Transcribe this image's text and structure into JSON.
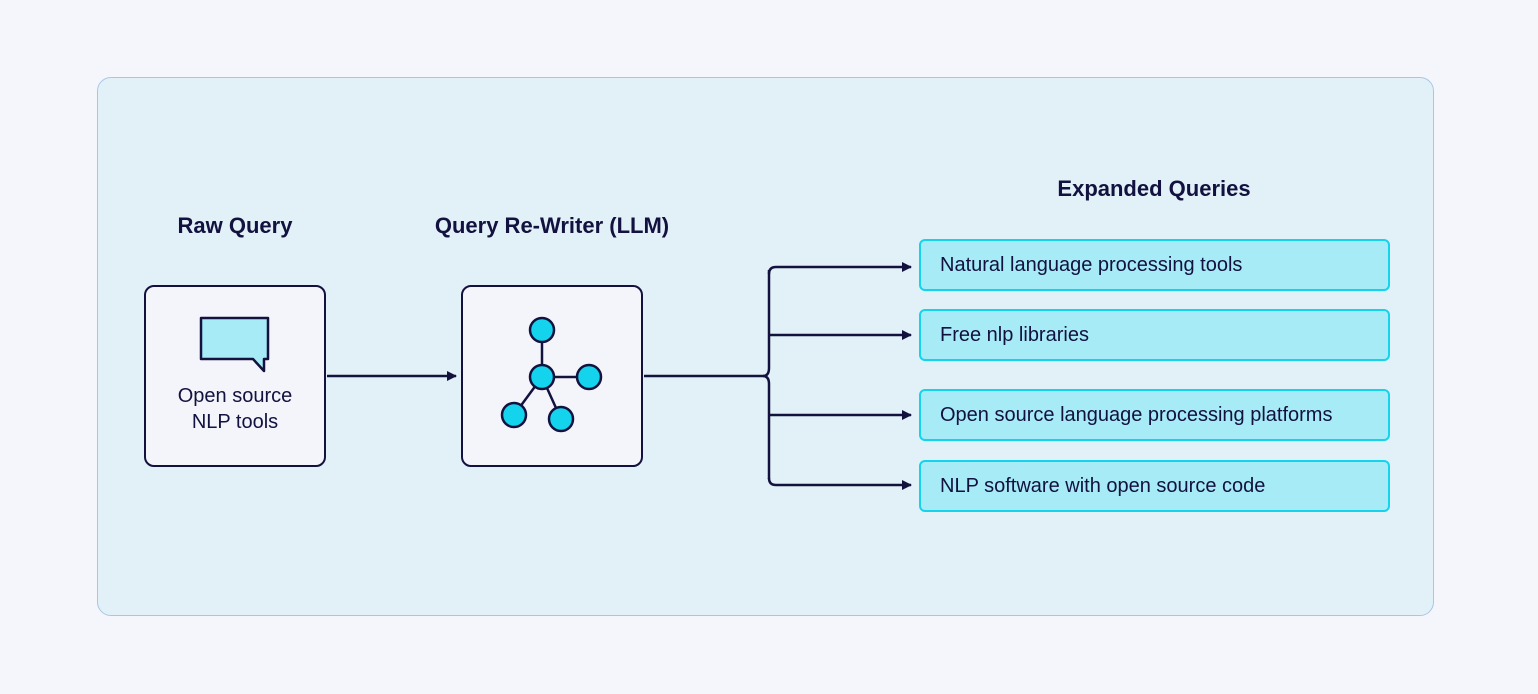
{
  "raw_query": {
    "heading": "Raw Query",
    "text_line1": "Open source",
    "text_line2": "NLP tools",
    "icon": "chat-bubble-icon"
  },
  "rewriter": {
    "heading": "Query Re-Writer (LLM)",
    "icon": "network-graph-icon"
  },
  "expanded": {
    "heading": "Expanded Queries",
    "queries": [
      "Natural language processing tools",
      "Free nlp libraries",
      "Open source language processing platforms",
      "NLP software with open source code"
    ]
  },
  "colors": {
    "background": "#f4f6fb",
    "panel": "#e2f1f7",
    "panel_border": "#a9c6e6",
    "ink": "#13123f",
    "query_fill": "#a7ebf6",
    "query_border": "#14d3ec",
    "node_fill": "#14d3ec"
  }
}
